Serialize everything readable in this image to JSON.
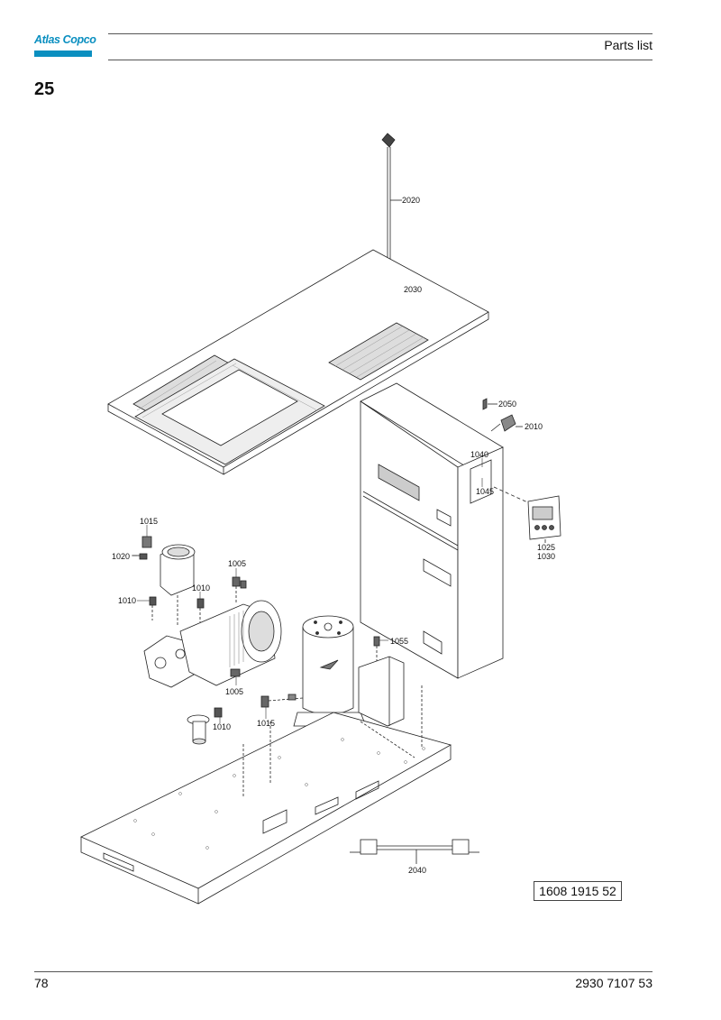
{
  "header": {
    "brand": "Atlas Copco",
    "title": "Parts list"
  },
  "section_number": "25",
  "drawing": {
    "callouts": {
      "c2020": "2020",
      "c2030": "2030",
      "c2050": "2050",
      "c2010": "2010",
      "c1040": "1040",
      "c1045": "1045",
      "c1025": "1025",
      "c1030": "1030",
      "c1015a": "1015",
      "c1020": "1020",
      "c1005a": "1005",
      "c1010a": "1010",
      "c1010b": "1010",
      "c1055": "1055",
      "c1005b": "1005",
      "c1010c": "1010",
      "c1015b": "1015",
      "c2040": "2040"
    },
    "reference_number": "1608 1915 52"
  },
  "footer": {
    "page_number": "78",
    "document_number": "2930 7107 53"
  }
}
